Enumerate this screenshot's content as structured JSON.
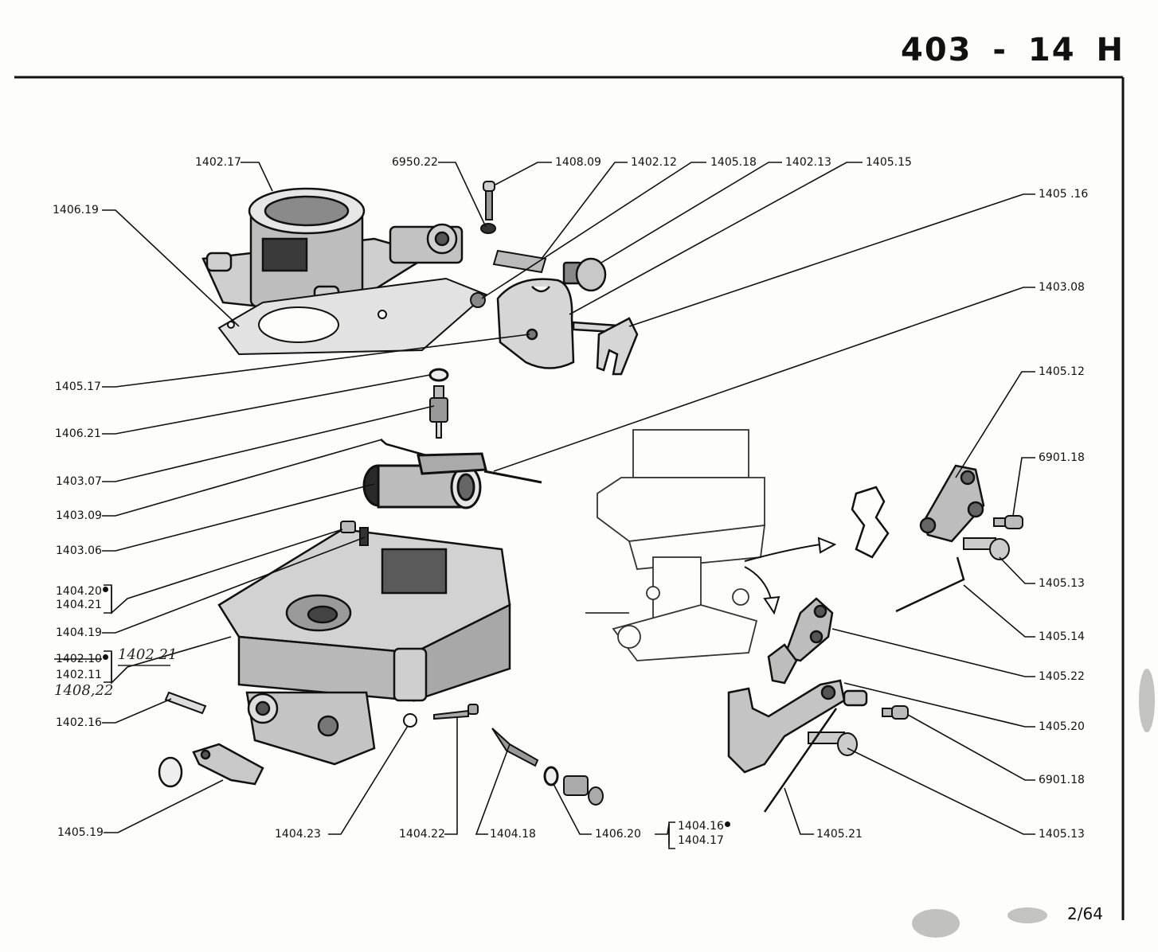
{
  "header": {
    "title": "403 - 14 H"
  },
  "footer": {
    "page_number": "2/64"
  },
  "callouts": {
    "p1402_17": "1402.17",
    "p1406_19": "1406.19",
    "p6950_22": "6950.22",
    "p1408_09": "1408.09",
    "p1402_12": "1402.12",
    "p1405_18": "1405.18",
    "p1402_13": "1402.13",
    "p1405_15": "1405.15",
    "p1405_16": "1405 .16",
    "p1403_08": "1403.08",
    "p1405_17": "1405.17",
    "p1406_21": "1406.21",
    "p1403_07": "1403.07",
    "p1403_09": "1403.09",
    "p1403_06": "1403.06",
    "p1404_20": "1404.20",
    "p1404_21": "1404.21",
    "p1404_19": "1404.19",
    "p1402_10": "1402.10",
    "p1402_11": "1402.11",
    "p1402_16": "1402.16",
    "p1405_19": "1405.19",
    "p1404_23": "1404.23",
    "p1404_22": "1404.22",
    "p1404_18": "1404.18",
    "p1406_20": "1406.20",
    "p1404_16": "1404.16",
    "p1404_17": "1404.17",
    "p1405_21": "1405.21",
    "p1405_13_bottom": "1405.13",
    "p1405_12": "1405.12",
    "p6901_18_top": "6901.18",
    "p1405_13_top": "1405.13",
    "p1405_14": "1405.14",
    "p1405_22": "1405.22",
    "p1405_20": "1405.20",
    "p6901_18_bottom": "6901.18"
  },
  "annotations": {
    "handwritten_1": "1402 21",
    "handwritten_2": "1408,22"
  }
}
